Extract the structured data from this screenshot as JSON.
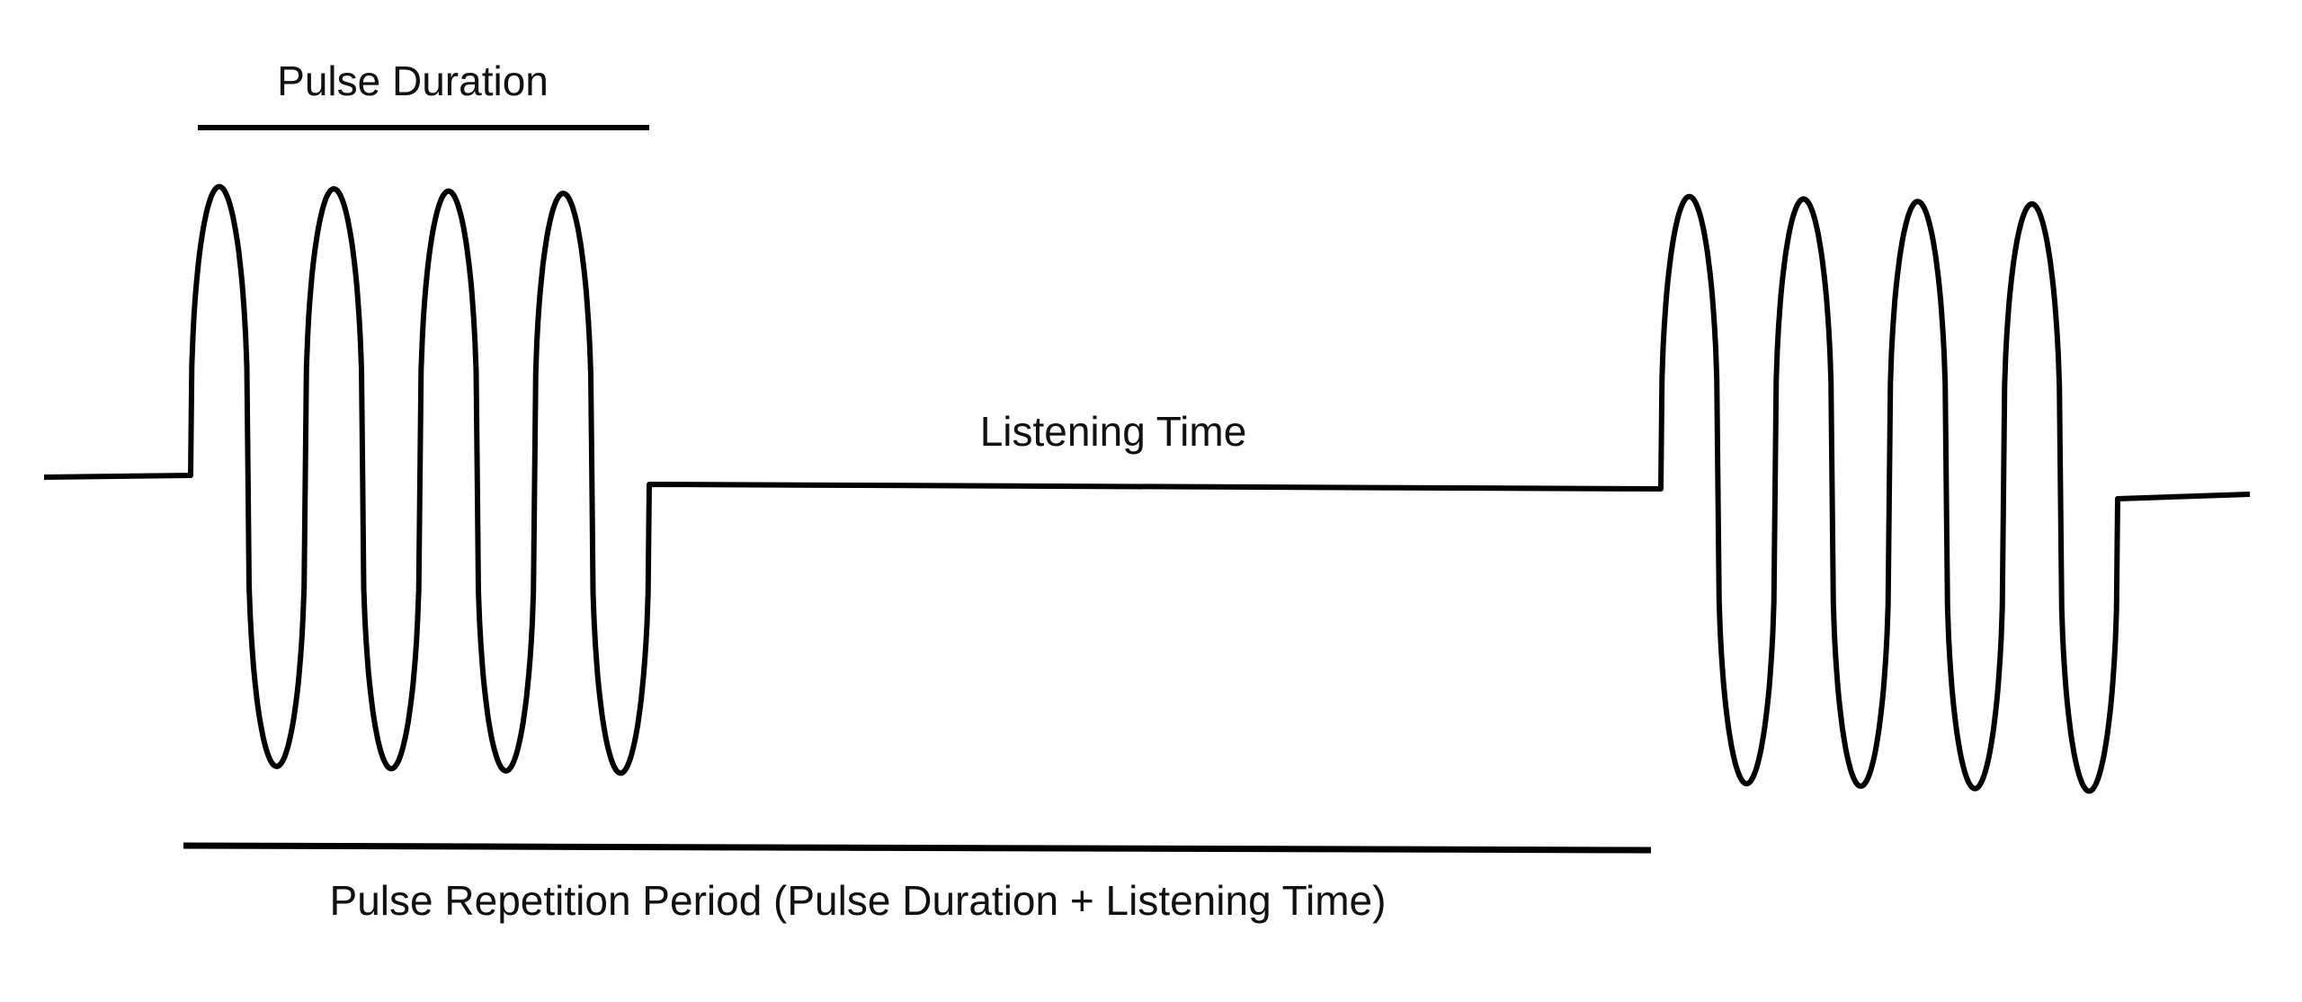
{
  "labels": {
    "pulse_duration": "Pulse Duration",
    "listening_time": "Listening Time",
    "pulse_repetition_period": "Pulse Repetition Period (Pulse Duration + Listening Time)"
  },
  "diagram": {
    "pulses": 2,
    "cycles_per_pulse": 4,
    "stroke_color": "#000000"
  }
}
